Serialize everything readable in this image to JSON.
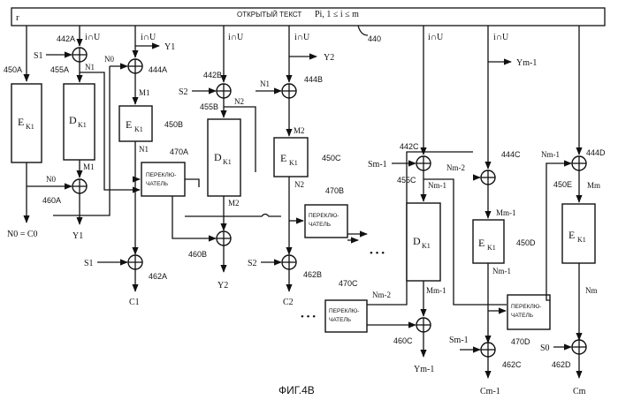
{
  "header": {
    "r": "r",
    "title": "ОТКРЫТЫЙ ТЕКСТ",
    "formula": "Pi, 1 ≤ i ≤ m",
    "ref": "440"
  },
  "caption": "ФИГ.4В",
  "blocks": {
    "ek": "E",
    "dk": "D",
    "key": "K1",
    "switch_line1": "ПЕРЕКЛЮ-",
    "switch_line2": "ЧАТЕЛЬ"
  },
  "labels": {
    "iU": "i∩U",
    "S1": "S1",
    "S2": "S2",
    "Sm1": "Sm-1",
    "S0": "S0",
    "N0": "N0",
    "N1": "N1",
    "N2": "N2",
    "Nm1": "Nm-1",
    "Nm2": "Nm-2",
    "Nm": "Nm",
    "M1": "M1",
    "M2": "M2",
    "Mm1": "Mm-1",
    "Mm": "Mm",
    "Y1": "Y1",
    "Y2": "Y2",
    "Ym1": "Ym-1",
    "C1": "C1",
    "C2": "C2",
    "Cm1": "Cm-1",
    "Cm": "Cm",
    "N0C0": "N0 = C0",
    "dots": "• • •"
  },
  "refs": {
    "r450A": "450A",
    "r455A": "455A",
    "r442A": "442A",
    "r460A": "460A",
    "r444A": "444A",
    "r450B": "450B",
    "r470A": "470A",
    "r462A": "462A",
    "r442B": "442B",
    "r455B": "455B",
    "r460B": "460B",
    "r444B": "444B",
    "r450C": "450C",
    "r470B": "470B",
    "r462B": "462B",
    "r470C": "470C",
    "r442C": "442C",
    "r455C": "455C",
    "r460C": "460C",
    "r444C": "444C",
    "r450D": "450D",
    "r470D": "470D",
    "r462C": "462C",
    "r444D": "444D",
    "r450E": "450E",
    "r462D": "462D"
  }
}
